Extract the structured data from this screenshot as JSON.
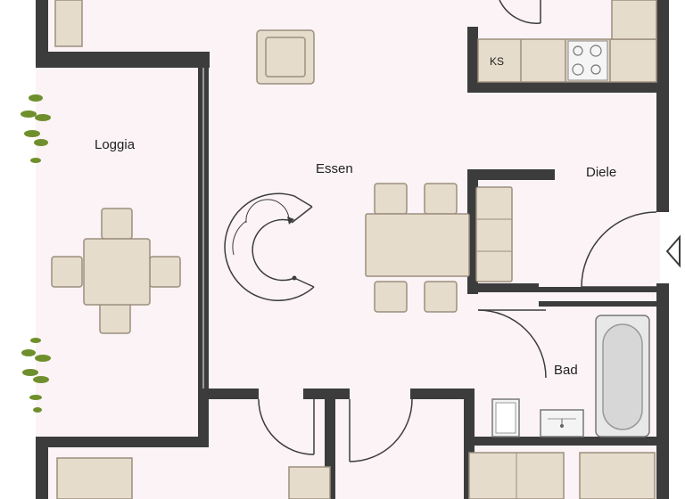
{
  "plan": {
    "rooms": {
      "loggia": "Loggia",
      "essen": "Essen",
      "diele": "Diele",
      "bad": "Bad"
    },
    "kitchen_label": "KS"
  },
  "colors": {
    "floor": "#fbf3f5",
    "wall": "#3c3c3c",
    "furniture_fill": "#e6dccc",
    "furniture_stroke": "#9c8f7e",
    "plant": "#6f8f2c",
    "bath": "#d7d7d7"
  }
}
